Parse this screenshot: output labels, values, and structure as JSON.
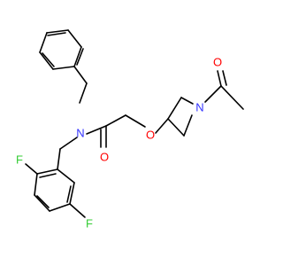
{
  "molecule": {
    "atoms": {
      "n_amide": {
        "label": "N",
        "color": "#3333ff"
      },
      "o_carbonyl": {
        "label": "O",
        "color": "#ff0000"
      },
      "o_ether": {
        "label": "O",
        "color": "#ff0000"
      },
      "n_azetidine": {
        "label": "N",
        "color": "#3333ff"
      },
      "o_acetyl": {
        "label": "O",
        "color": "#ff0000"
      },
      "f_ortho": {
        "label": "F",
        "color": "#33cc33"
      },
      "f_meta": {
        "label": "F",
        "color": "#33cc33"
      }
    }
  }
}
